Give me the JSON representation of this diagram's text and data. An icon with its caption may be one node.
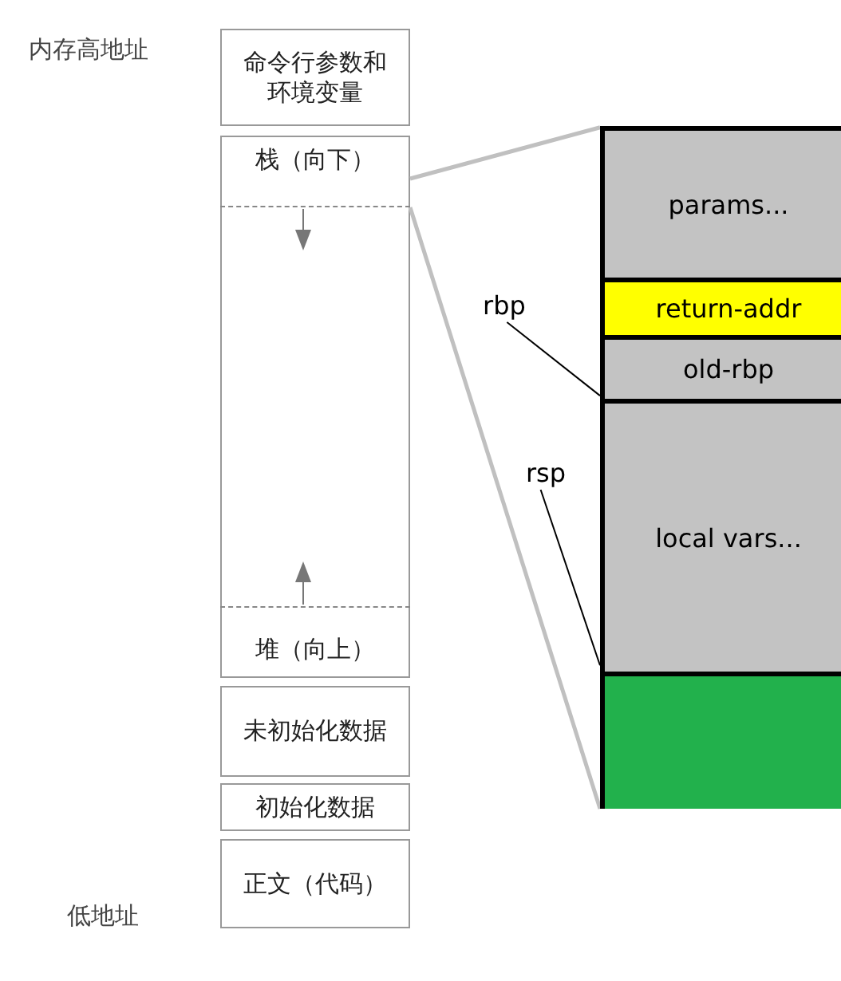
{
  "diagram": {
    "nodes": [
      {
        "text": [
          "命令行参数和环境变量"
        ]
      },
      {
        "text": [
          "栈（向下）"
        ]
      },
      {
        "text": [
          "堆（向上）"
        ]
      },
      {
        "text": [
          "未初始化数据"
        ]
      },
      {
        "text": [
          "初始化数据"
        ]
      },
      {
        "text": [
          "正文（代码）"
        ]
      },
      {
        "text": [],
        "shape": "box"
      },
      {
        "text": [
          "params..."
        ],
        "in": 6
      },
      {
        "text": [
          "return-addr"
        ],
        "in": 6
      },
      {
        "text": [
          "old-rbp"
        ],
        "in": 6
      },
      {
        "text": [
          "local vars..."
        ],
        "in": 6
      },
      {
        "text": [],
        "shape": "box",
        "in": 6
      },
      {
        "text": [
          "rbp"
        ]
      },
      {
        "text": [
          "rsp"
        ]
      }
    ],
    "edges": [
      {
        "from": 1,
        "to": 6,
        "arrow": "none",
        "style": "thick",
        "color": "#c0c0c0"
      },
      {
        "from": 1,
        "to": 6,
        "arrow": "none",
        "style": "thick",
        "color": "#c0c0c0"
      },
      {
        "from": 12,
        "to": 6,
        "arrow": "none",
        "color": "#000000"
      },
      {
        "from": 13,
        "to": 6,
        "arrow": "none",
        "color": "#000000"
      }
    ],
    "labels": [
      "内存高地址",
      "低地址"
    ]
  }
}
